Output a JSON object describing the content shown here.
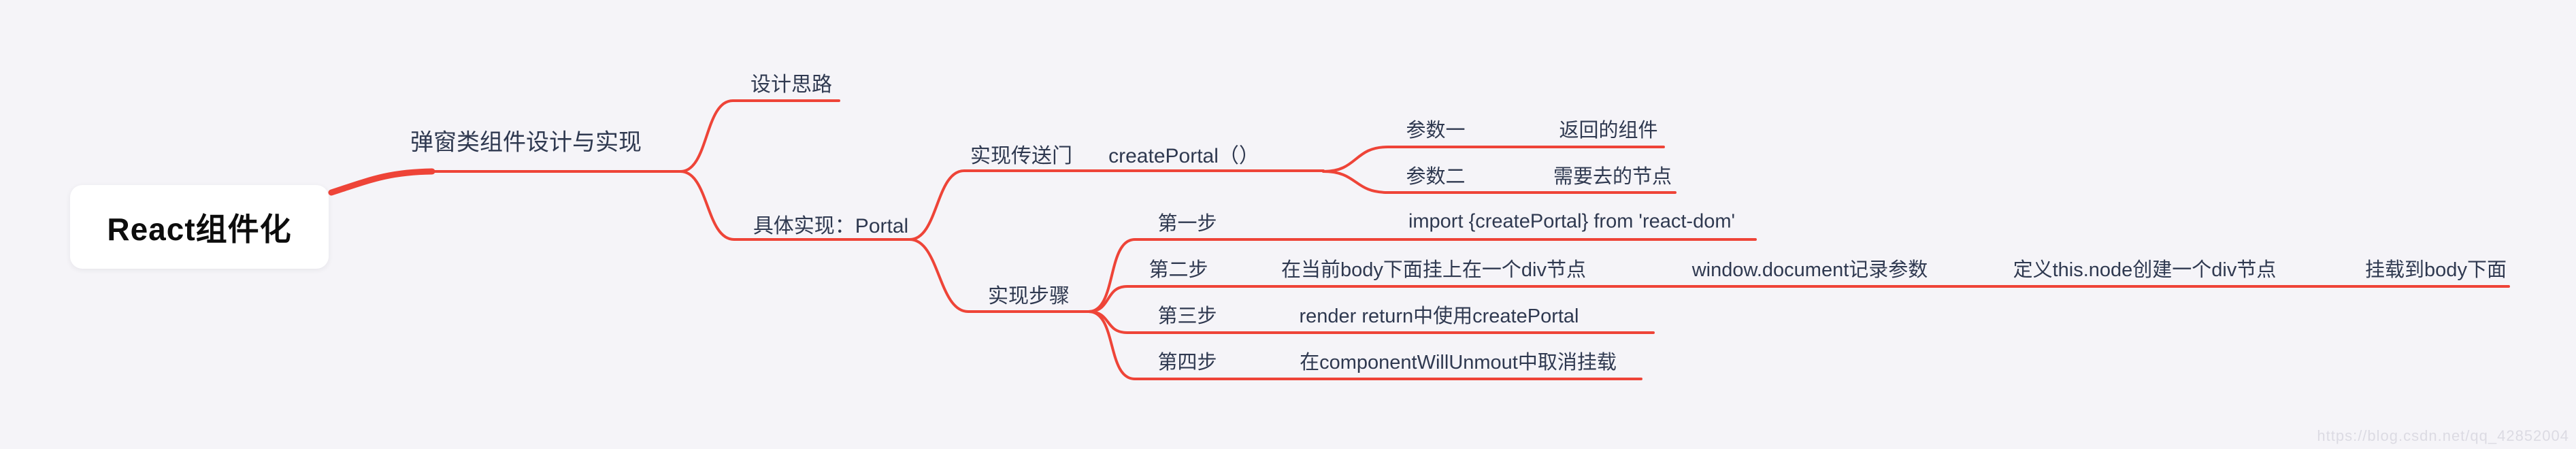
{
  "colors": {
    "background": "#f5f4f8",
    "branch": "#ee4438",
    "text": "#2f3950",
    "root_text": "#0d0d0d",
    "root_background": "#ffffff",
    "watermark": "#dcdbe3"
  },
  "root": {
    "label": "React组件化"
  },
  "nodes": {
    "popup_design": "弹窗类组件设计与实现",
    "design_idea": "设计思路",
    "concrete_impl": "具体实现：Portal",
    "impl_portal": "实现传送门",
    "create_portal": "createPortal（）",
    "param1": "参数一",
    "param1_value": "返回的组件",
    "param2": "参数二",
    "param2_value": "需要去的节点",
    "impl_steps": "实现步骤",
    "step1": "第一步",
    "step1_content": "import {createPortal} from 'react-dom'",
    "step2": "第二步",
    "step2_content_mount": "在当前body下面挂上在一个div节点",
    "step2_content_record": "window.document记录参数",
    "step2_content_define": "定义this.node创建一个div节点",
    "step2_content_attach": "挂载到body下面",
    "step3": "第三步",
    "step3_content": "render return中使用createPortal",
    "step4": "第四步",
    "step4_content": "在componentWillUnmout中取消挂载"
  },
  "watermark": {
    "text": "https://blog.csdn.net/qq_42852004"
  }
}
